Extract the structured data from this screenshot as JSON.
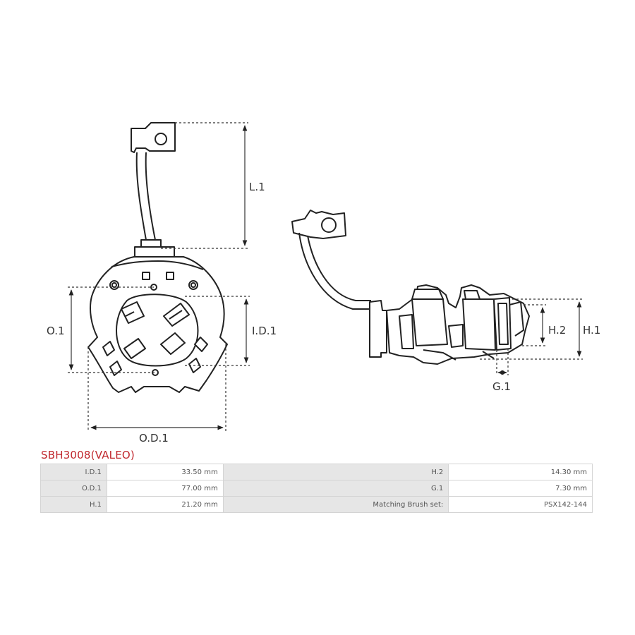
{
  "title": "SBH3008(VALEO)",
  "dimension_labels": {
    "l1": "L.1",
    "o1": "O.1",
    "id1": "I.D.1",
    "od1": "O.D.1",
    "h2": "H.2",
    "h1": "H.1",
    "g1": "G.1"
  },
  "specs": [
    {
      "label1": "I.D.1",
      "value1": "33.50 mm",
      "label2": "H.2",
      "value2": "14.30 mm"
    },
    {
      "label1": "O.D.1",
      "value1": "77.00 mm",
      "label2": "G.1",
      "value2": "7.30 mm"
    },
    {
      "label1": "H.1",
      "value1": "21.20 mm",
      "label2": "Matching Brush set:",
      "value2": "PSX142-144"
    }
  ]
}
